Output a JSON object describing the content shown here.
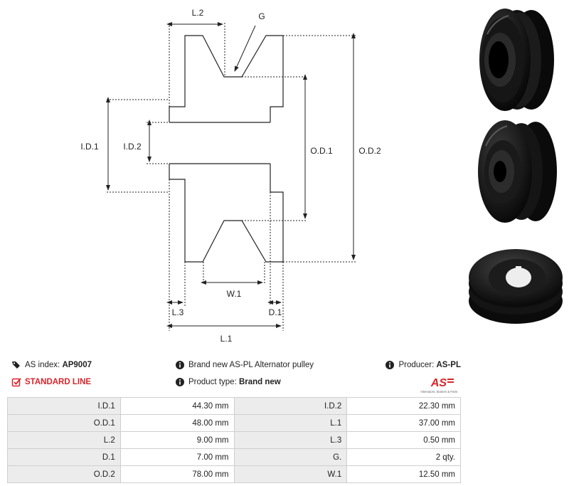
{
  "diagram": {
    "labels": {
      "l2": "L.2",
      "g": "G",
      "id1": "I.D.1",
      "id2": "I.D.2",
      "od1": "O.D.1",
      "od2": "O.D.2",
      "w1": "W.1",
      "l3": "L.3",
      "d1": "D.1",
      "l1": "L.1"
    }
  },
  "info": {
    "as_index_label": "AS index:",
    "as_index_value": "AP9007",
    "standard_line": "STANDARD LINE",
    "description": "Brand new AS-PL Alternator pulley",
    "product_type_label": "Product type:",
    "product_type_value": "Brand new",
    "producer_label": "Producer:",
    "producer_value": "AS-PL"
  },
  "logo": {
    "mark": "AS",
    "tagline": "Alternators, Starters & Parts"
  },
  "colors": {
    "accent_red": "#d8242a",
    "table_key_bg": "#ececec",
    "table_border": "#cfcfcf"
  },
  "specs": [
    [
      {
        "k": "I.D.1",
        "v": "44.30 mm"
      },
      {
        "k": "I.D.2",
        "v": "22.30 mm"
      }
    ],
    [
      {
        "k": "O.D.1",
        "v": "48.00 mm"
      },
      {
        "k": "L.1",
        "v": "37.00 mm"
      }
    ],
    [
      {
        "k": "L.2",
        "v": "9.00 mm"
      },
      {
        "k": "L.3",
        "v": "0.50 mm"
      }
    ],
    [
      {
        "k": "D.1",
        "v": "7.00 mm"
      },
      {
        "k": "G.",
        "v": "2 qty."
      }
    ],
    [
      {
        "k": "O.D.2",
        "v": "78.00 mm"
      },
      {
        "k": "W.1",
        "v": "12.50 mm"
      }
    ]
  ]
}
